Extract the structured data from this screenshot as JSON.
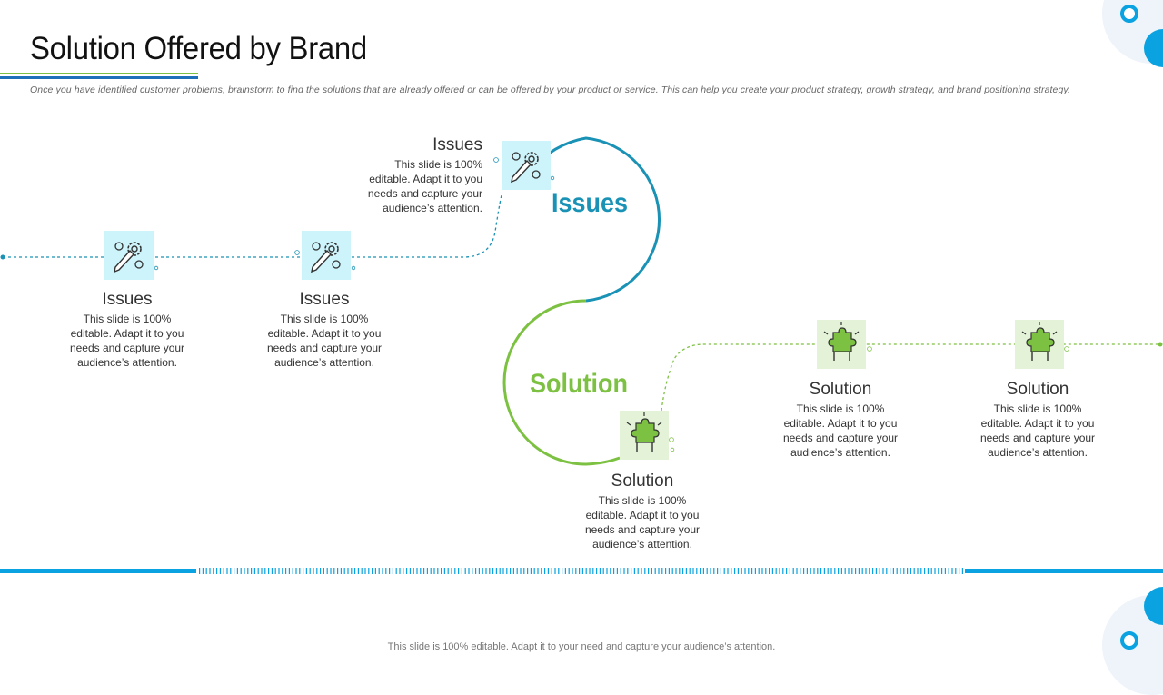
{
  "slide": {
    "title": "Solution Offered by Brand",
    "subtitle": "Once you have identified customer problems, brainstorm to find the solutions that are already offered or can be offered by your product or service. This can help you create your product strategy, growth strategy, and brand positioning strategy.",
    "footer": "This slide is 100% editable. Adapt it to your need and capture your audience’s attention."
  },
  "colors": {
    "issues_accent": "#1a92b5",
    "issues_box": "#cdf3fb",
    "solution_accent": "#7dc142",
    "solution_box": "#e4f3d8",
    "bar_blue": "#0aa2e0"
  },
  "labels": {
    "issues_big": "Issues",
    "solution_big": "Solution"
  },
  "issues": [
    {
      "title": "Issues",
      "desc": [
        "This slide is 100%",
        "editable. Adapt it to you",
        "needs and capture your",
        "audience’s attention."
      ],
      "icon": "gear-pencil-icon"
    },
    {
      "title": "Issues",
      "desc": [
        "This slide is 100%",
        "editable. Adapt it to you",
        "needs and capture your",
        "audience’s attention."
      ],
      "icon": "gear-pencil-icon"
    },
    {
      "title": "Issues",
      "desc": [
        "This slide is 100%",
        "editable. Adapt it to you",
        "needs and capture your",
        "audience’s attention."
      ],
      "icon": "gear-pencil-icon"
    }
  ],
  "solutions": [
    {
      "title": "Solution",
      "desc": [
        "This slide is 100%",
        "editable. Adapt it to you",
        "needs and capture your",
        "audience’s attention."
      ],
      "icon": "puzzle-hand-icon"
    },
    {
      "title": "Solution",
      "desc": [
        "This slide is 100%",
        "editable. Adapt it to you",
        "needs and capture your",
        "audience’s attention."
      ],
      "icon": "puzzle-hand-icon"
    },
    {
      "title": "Solution",
      "desc": [
        "This slide is 100%",
        "editable. Adapt it to you",
        "needs and capture your",
        "audience’s attention."
      ],
      "icon": "puzzle-hand-icon"
    }
  ]
}
